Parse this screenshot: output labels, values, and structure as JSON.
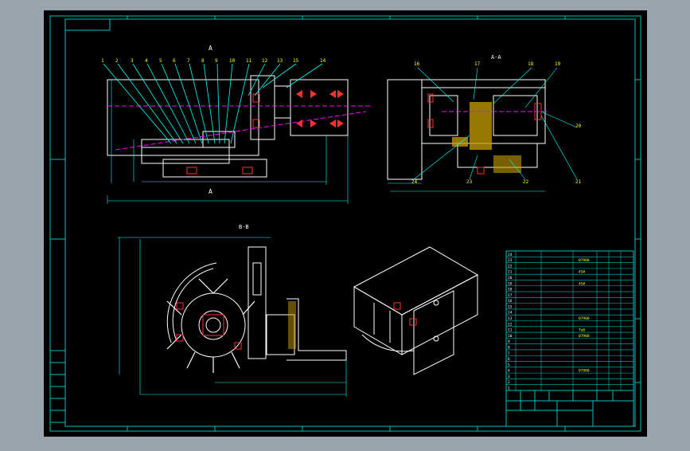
{
  "colors": {
    "background": "#9aa4ad",
    "sheet": "#000000",
    "frame": "#00c0c0",
    "outline": "#ffffff",
    "leader": "#00ffff",
    "section_fill": "#c8a000",
    "arrow": "#ff3030",
    "axis": "#ff00ff",
    "label": "#ffffff",
    "title_text": "#ffff00"
  },
  "drawing": {
    "part_numbers_top": [
      "1",
      "2",
      "3",
      "4",
      "5",
      "6",
      "7",
      "8",
      "9",
      "10",
      "11",
      "12",
      "13",
      "15",
      "14"
    ],
    "part_numbers_right": [
      "16",
      "17",
      "18",
      "19",
      "20",
      "21",
      "22",
      "23",
      "24"
    ],
    "section_mark_a": "A",
    "view_label_top": "A-A",
    "view_label_bottom": "B-B"
  },
  "bom_rows": [
    {
      "no": "24",
      "code": "",
      "qty": ""
    },
    {
      "no": "23",
      "code": "",
      "qty": "07900"
    },
    {
      "no": "22",
      "code": "",
      "qty": ""
    },
    {
      "no": "21",
      "code": "",
      "qty": "45#"
    },
    {
      "no": "20",
      "code": "",
      "qty": ""
    },
    {
      "no": "19",
      "code": "",
      "qty": "45#"
    },
    {
      "no": "18",
      "code": "",
      "qty": ""
    },
    {
      "no": "17",
      "code": "",
      "qty": ""
    },
    {
      "no": "16",
      "code": "",
      "qty": ""
    },
    {
      "no": "15",
      "code": "",
      "qty": ""
    },
    {
      "no": "14",
      "code": "",
      "qty": ""
    },
    {
      "no": "13",
      "code": "",
      "qty": "07900"
    },
    {
      "no": "12",
      "code": "",
      "qty": ""
    },
    {
      "no": "11",
      "code": "",
      "qty": "Ta6"
    },
    {
      "no": "10",
      "code": "",
      "qty": "07900"
    },
    {
      "no": "9",
      "code": "",
      "qty": ""
    },
    {
      "no": "8",
      "code": "",
      "qty": ""
    },
    {
      "no": "7",
      "code": "",
      "qty": ""
    },
    {
      "no": "6",
      "code": "",
      "qty": ""
    },
    {
      "no": "5",
      "code": "",
      "qty": ""
    },
    {
      "no": "4",
      "code": "",
      "qty": "07900"
    },
    {
      "no": "3",
      "code": "",
      "qty": ""
    },
    {
      "no": "2",
      "code": "",
      "qty": ""
    },
    {
      "no": "1",
      "code": "",
      "qty": ""
    }
  ],
  "title_block": {
    "name": "",
    "sheet": ""
  }
}
